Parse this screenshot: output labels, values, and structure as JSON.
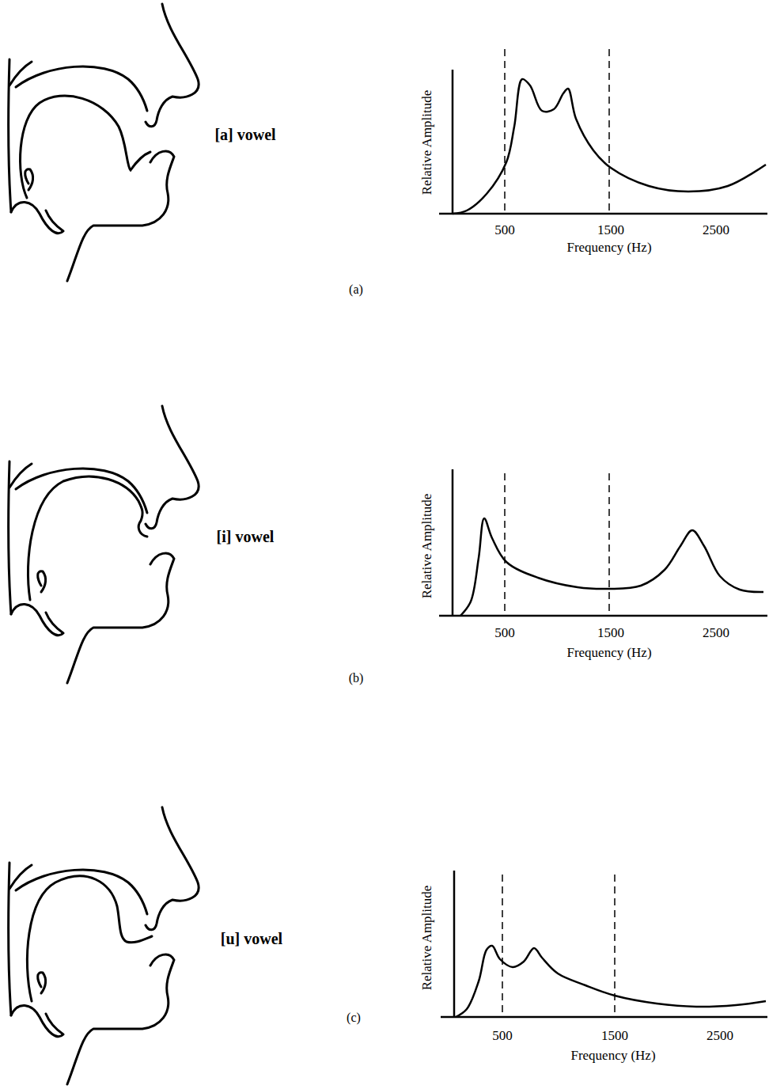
{
  "diagram": {
    "labels": [
      "[a] vowel",
      "Relative Amplitude",
      "500",
      "1500",
      "2500",
      "Frequency (Hz)",
      "(a)",
      "[i] vowel",
      "Relative Amplitude",
      "500",
      "1500",
      "2500",
      "Frequency (Hz)",
      "(b)",
      "[u] vowel",
      "Relative Amplitude",
      "500",
      "1500",
      "2500",
      "Frequency (Hz)",
      "(c)"
    ]
  }
}
